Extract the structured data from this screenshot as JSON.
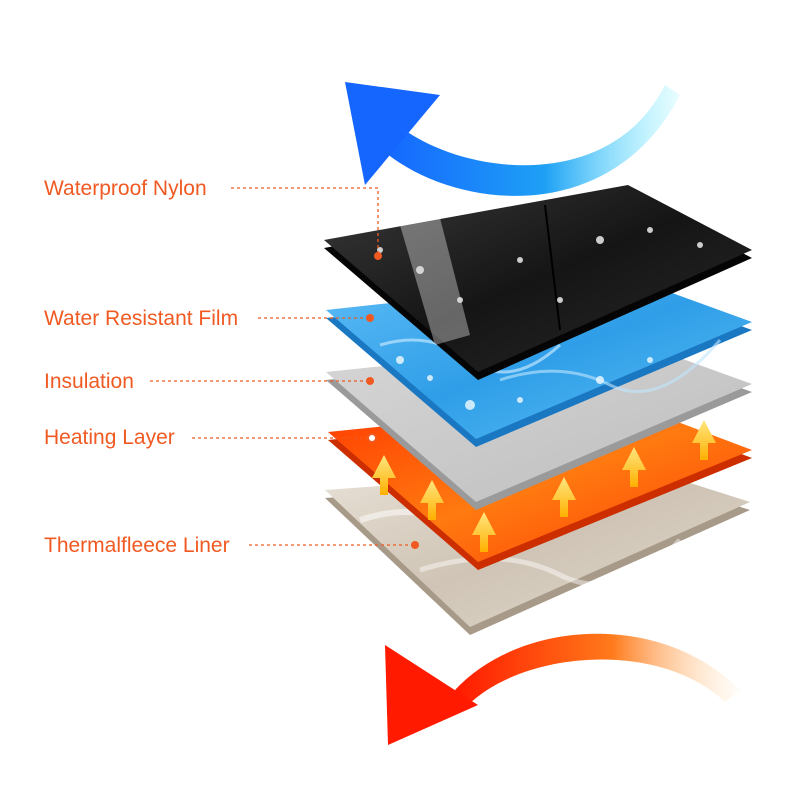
{
  "layers": [
    {
      "id": "waterproof-nylon",
      "label": "Waterproof Nylon"
    },
    {
      "id": "water-resistant-film",
      "label": "Water Resistant Film"
    },
    {
      "id": "insulation",
      "label": "Insulation"
    },
    {
      "id": "heating-layer",
      "label": "Heating Layer"
    },
    {
      "id": "thermalfleece-liner",
      "label": "Thermalfleece Liner"
    }
  ],
  "colors": {
    "label_text": "#f05a22",
    "leader_line": "#f05a22",
    "nylon": "#1a1a1a",
    "film": "#3aa3e6",
    "insulation": "#c8c8c8",
    "heating": "#ff4a0a",
    "fleece": "#d9d0c4",
    "cold_arrow_start": "#1565ff",
    "cold_arrow_end": "#6ef0ff",
    "warm_arrow_start": "#ff1a00",
    "warm_arrow_end": "#ffe2b8"
  },
  "icons": {
    "top_arrow": "cold-air-out-arrow-icon",
    "bottom_arrow": "warm-air-arrow-icon",
    "heat": "heat-up-arrow-icon"
  }
}
